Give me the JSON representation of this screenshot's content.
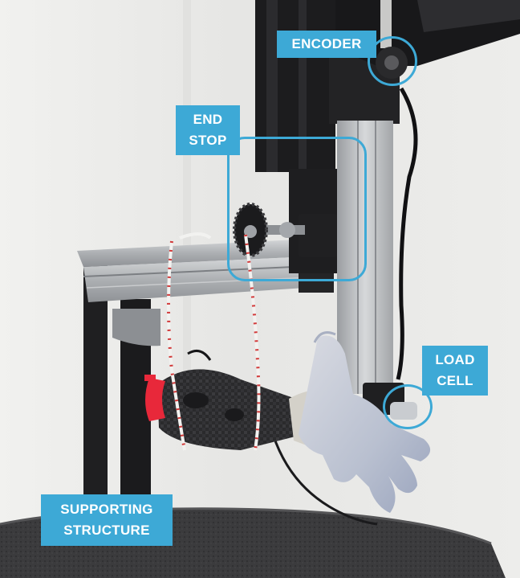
{
  "labels": {
    "encoder": [
      "ENCODER"
    ],
    "end_stop": [
      "END",
      "STOP"
    ],
    "load_cell": [
      "LOAD",
      "CELL"
    ],
    "supporting_structure": [
      "SUPPORTING",
      "STRUCTURE"
    ]
  },
  "colors": {
    "annotation": "#3da9d6",
    "background_wall": "#e9e9e7",
    "aluminum_rail": "#b9bcbf",
    "black_frame": "#1d1d1f",
    "foam_base": "#3a3a3c",
    "hand": "#c4cad6",
    "red_clip": "#e8283a"
  }
}
